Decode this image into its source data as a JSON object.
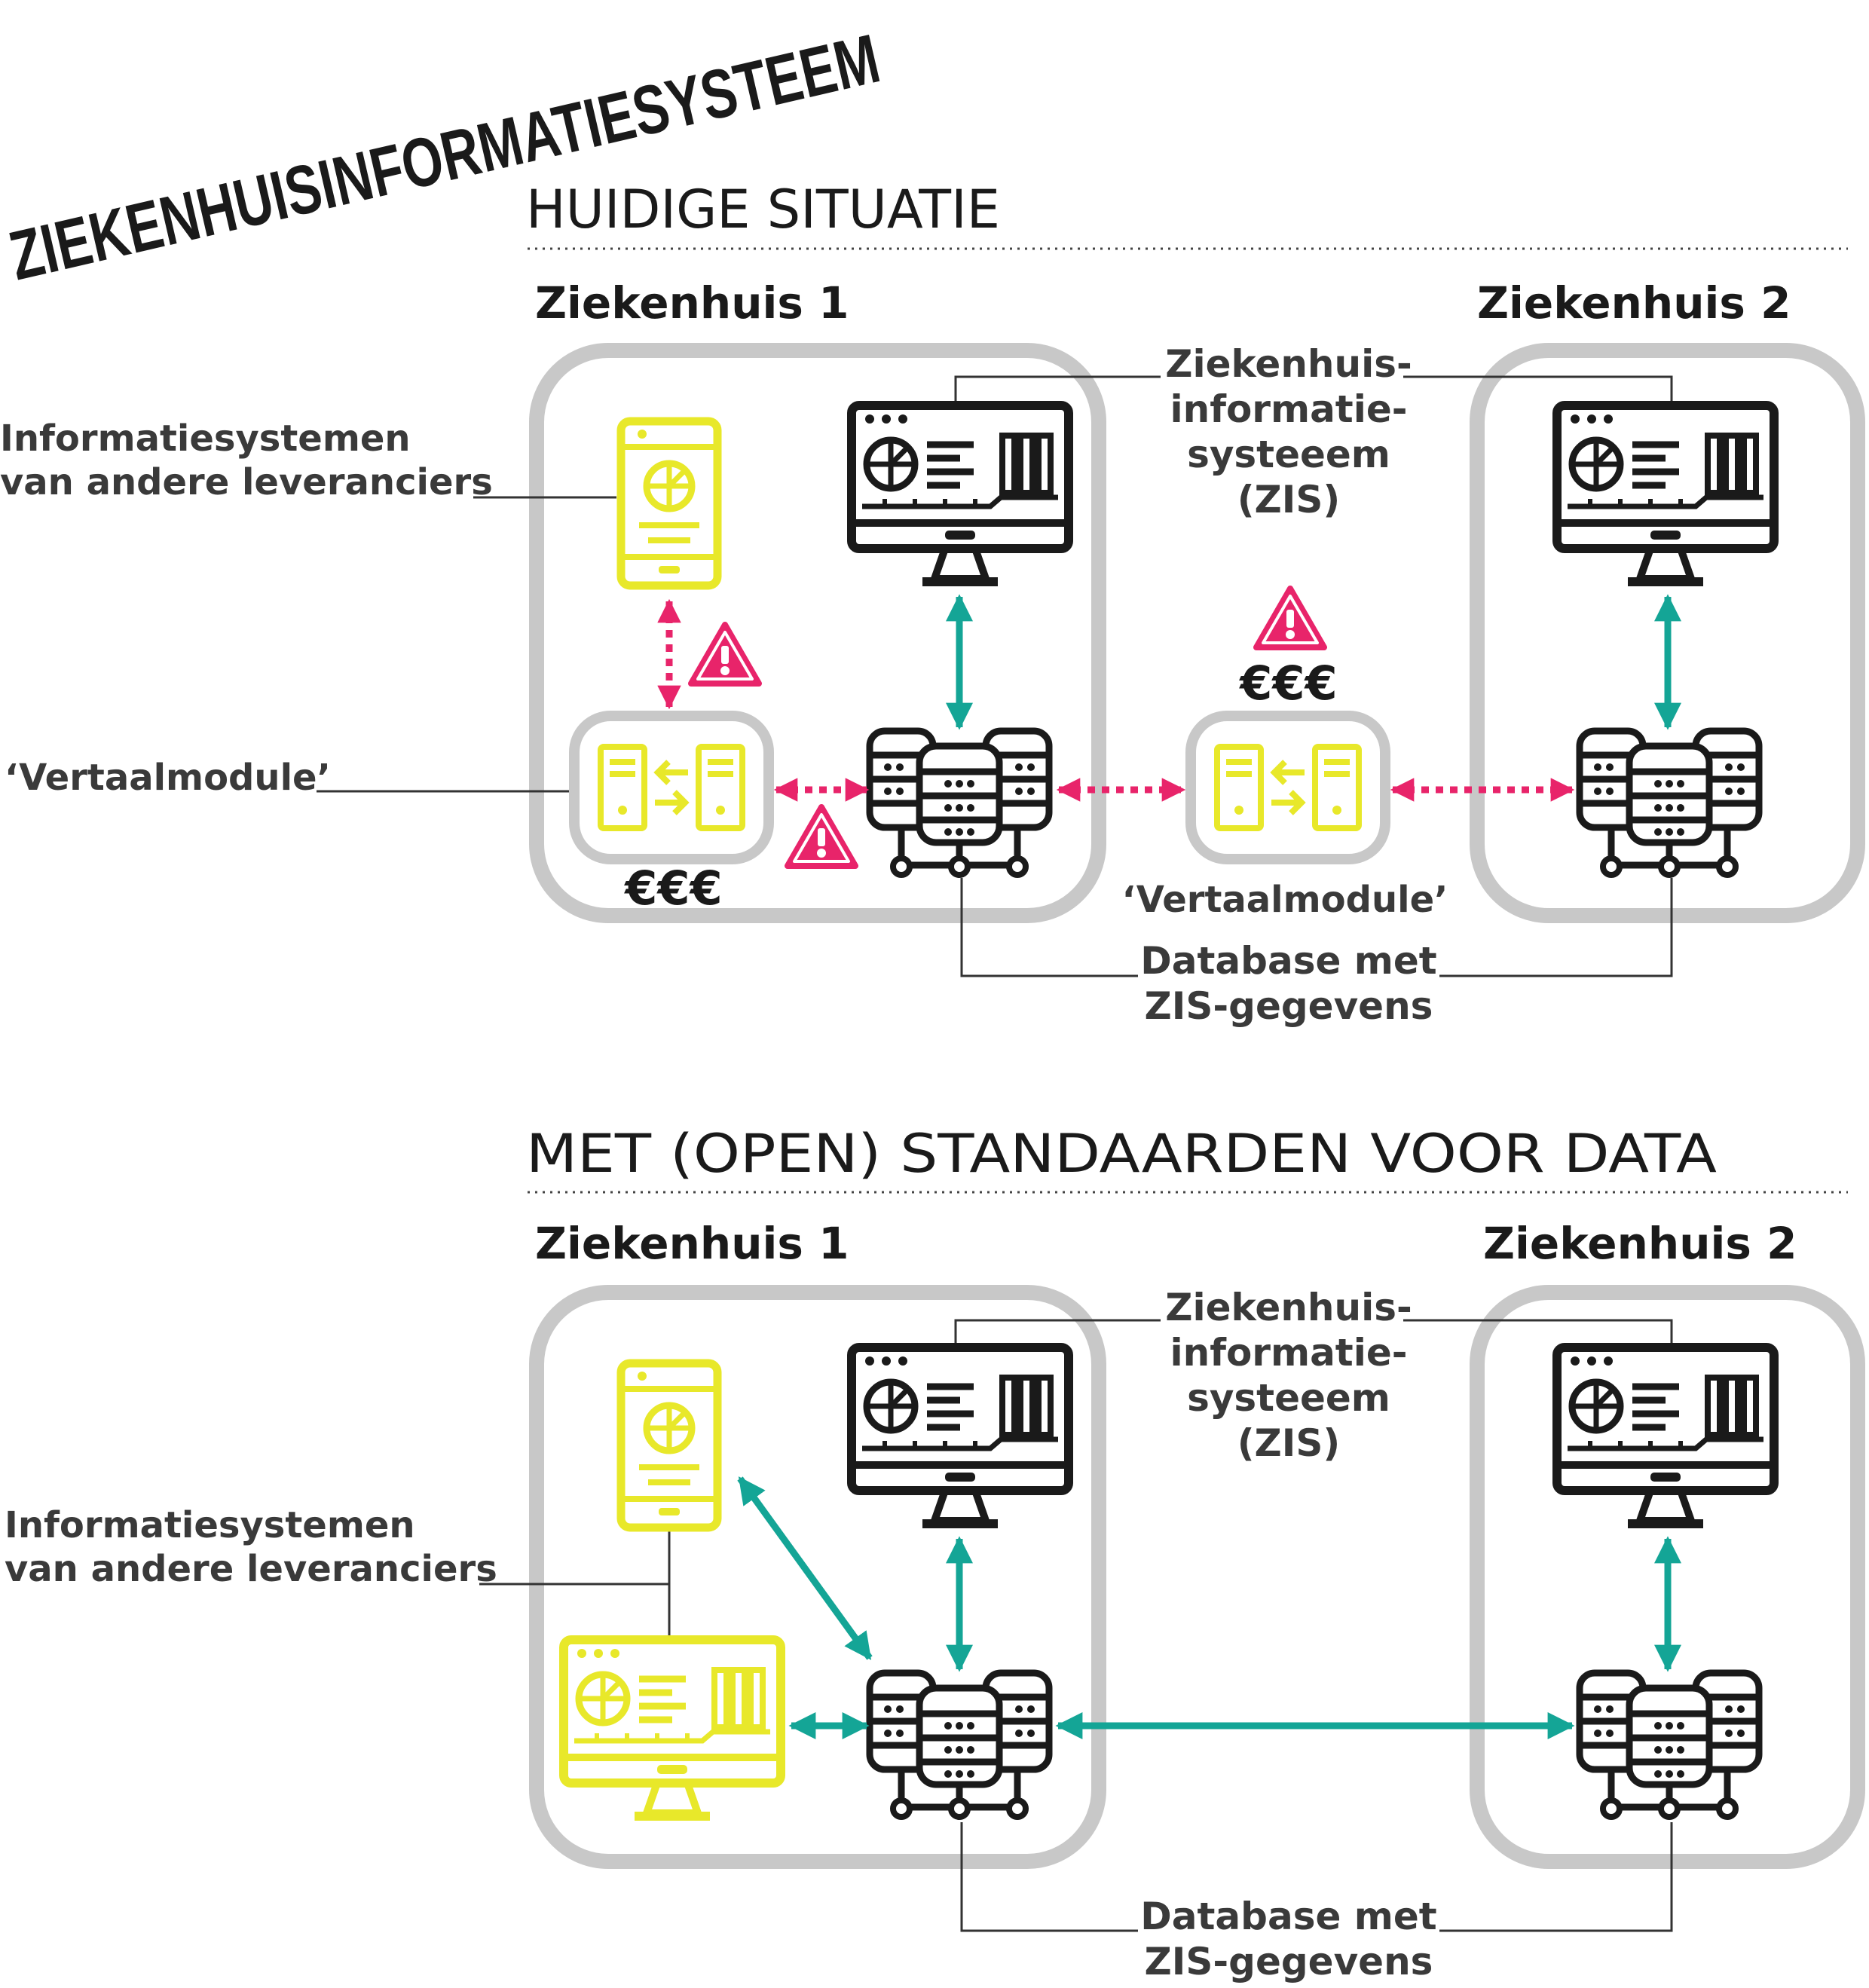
{
  "title": "ZIEKENHUISINFORMATIESYSTEEM",
  "colors": {
    "accent_yellow": "#e8e82a",
    "link_teal": "#14a596",
    "problem_pink": "#e8246a",
    "container_gray": "#c8c8c8",
    "text_dark": "#1a1a1a",
    "text_label": "#3a3a3a"
  },
  "icons": {
    "monitor": "monitor-dashboard-icon",
    "phone": "phone-app-icon",
    "database": "database-servers-icon",
    "translator": "translation-module-icon",
    "warning": "warning-triangle-icon"
  },
  "current": {
    "heading": "HUIDIGE SITUATIE",
    "hospital1": "Ziekenhuis 1",
    "hospital2": "Ziekenhuis 2",
    "zis_lines": [
      "Ziekenhuis-",
      "informatie-",
      "systeeem",
      "(ZIS)"
    ],
    "other_systems_lines": [
      "Informatiesystemen",
      "van andere leveranciers"
    ],
    "translator_label": "‘Vertaalmodule’",
    "translator_label_middle": "‘Vertaalmodule’",
    "cost_left": "€€€",
    "cost_middle": "€€€",
    "database_lines": [
      "Database met",
      "ZIS-gegevens"
    ]
  },
  "standards": {
    "heading": "MET (OPEN) STANDAARDEN VOOR DATA",
    "hospital1": "Ziekenhuis 1",
    "hospital2": "Ziekenhuis 2",
    "zis_lines": [
      "Ziekenhuis-",
      "informatie-",
      "systeeem",
      "(ZIS)"
    ],
    "other_systems_lines": [
      "Informatiesystemen",
      "van andere leveranciers"
    ],
    "database_lines": [
      "Database met",
      "ZIS-gegevens"
    ]
  }
}
